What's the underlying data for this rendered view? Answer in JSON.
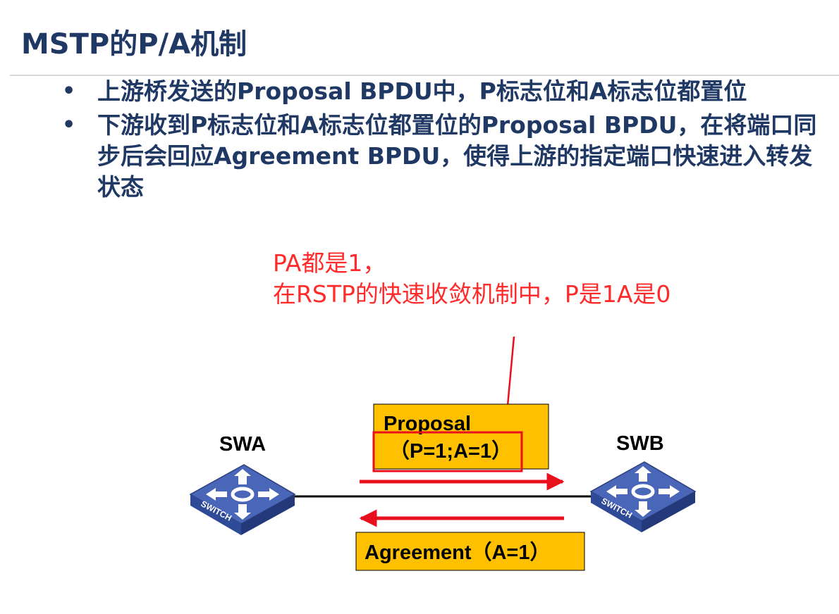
{
  "slide": {
    "title": "MSTP的P/A机制",
    "bullets": [
      "上游桥发送的Proposal BPDU中，P标志位和A标志位都置位",
      "下游收到P标志位和A标志位都置位的Proposal BPDU，在将端口同步后会回应Agreement BPDU，使得上游的指定端口快速进入转发状态"
    ],
    "bullet_symbol": "•"
  },
  "annotation": {
    "line1": "PA都是1，",
    "line2": "在RSTP的快速收敛机制中，P是1A是0",
    "color": "#ff2a2a"
  },
  "diagram": {
    "switch_a": {
      "label": "SWA",
      "icon": "switch-icon",
      "badge": "SWITCH"
    },
    "switch_b": {
      "label": "SWB",
      "icon": "switch-icon",
      "badge": "SWITCH"
    },
    "proposal": {
      "line1": "Proposal",
      "line2": "（P=1;A=1）",
      "fill": "#ffc000"
    },
    "agreement": {
      "text": "Agreement（A=1）",
      "fill": "#ffc000"
    },
    "arrow_color": "#e8101c",
    "link_color": "#000000",
    "switch_color": "#3d5aa8"
  }
}
